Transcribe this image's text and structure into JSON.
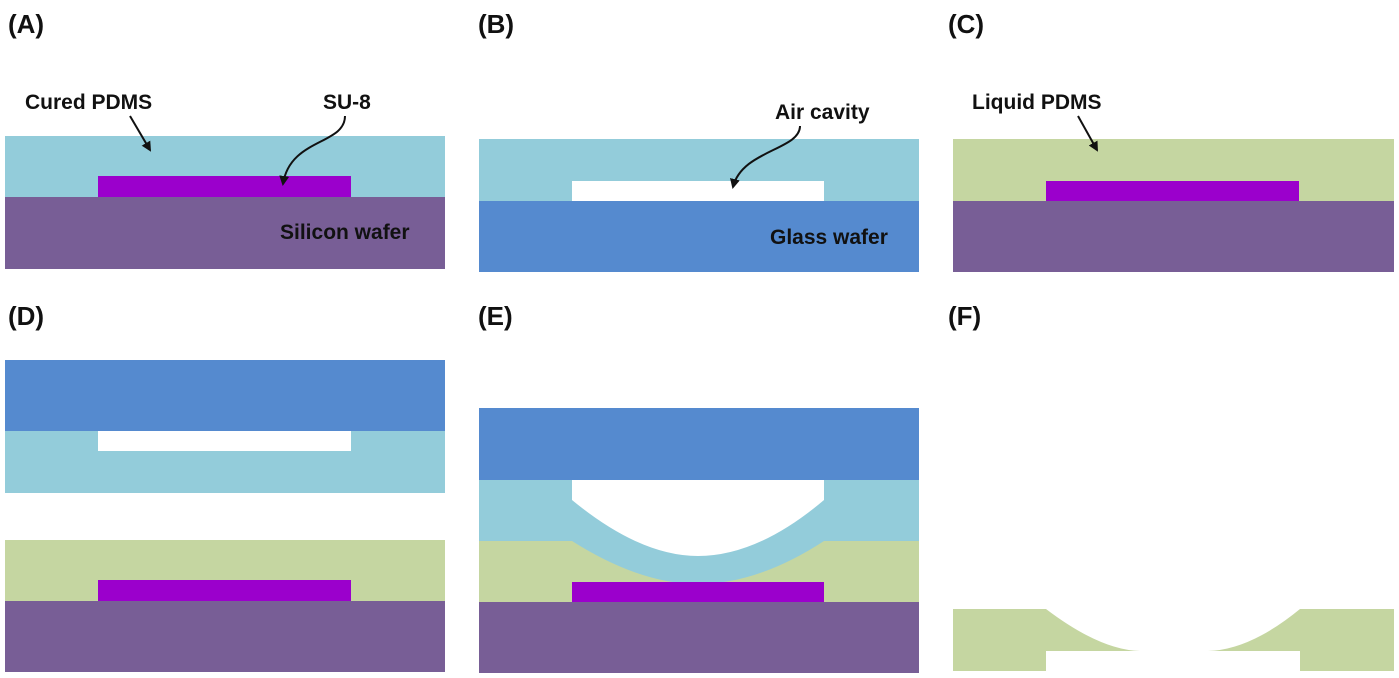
{
  "colors": {
    "cured_pdms": "#93CCDA",
    "liquid_pdms": "#C5D6A1",
    "silicon_wafer": "#785E96",
    "glass_wafer": "#558ACF",
    "su8": "#9B00CC",
    "air": "#FFFFFF",
    "text": "#111111"
  },
  "panels": {
    "A": {
      "label": "(A)",
      "cured_pdms_label": "Cured PDMS",
      "su8_label": "SU-8",
      "silicon_label": "Silicon wafer"
    },
    "B": {
      "label": "(B)",
      "air_cavity_label": "Air cavity",
      "glass_label": "Glass wafer"
    },
    "C": {
      "label": "(C)",
      "liquid_pdms_label": "Liquid PDMS"
    },
    "D": {
      "label": "(D)"
    },
    "E": {
      "label": "(E)"
    },
    "F": {
      "label": "(F)"
    }
  }
}
